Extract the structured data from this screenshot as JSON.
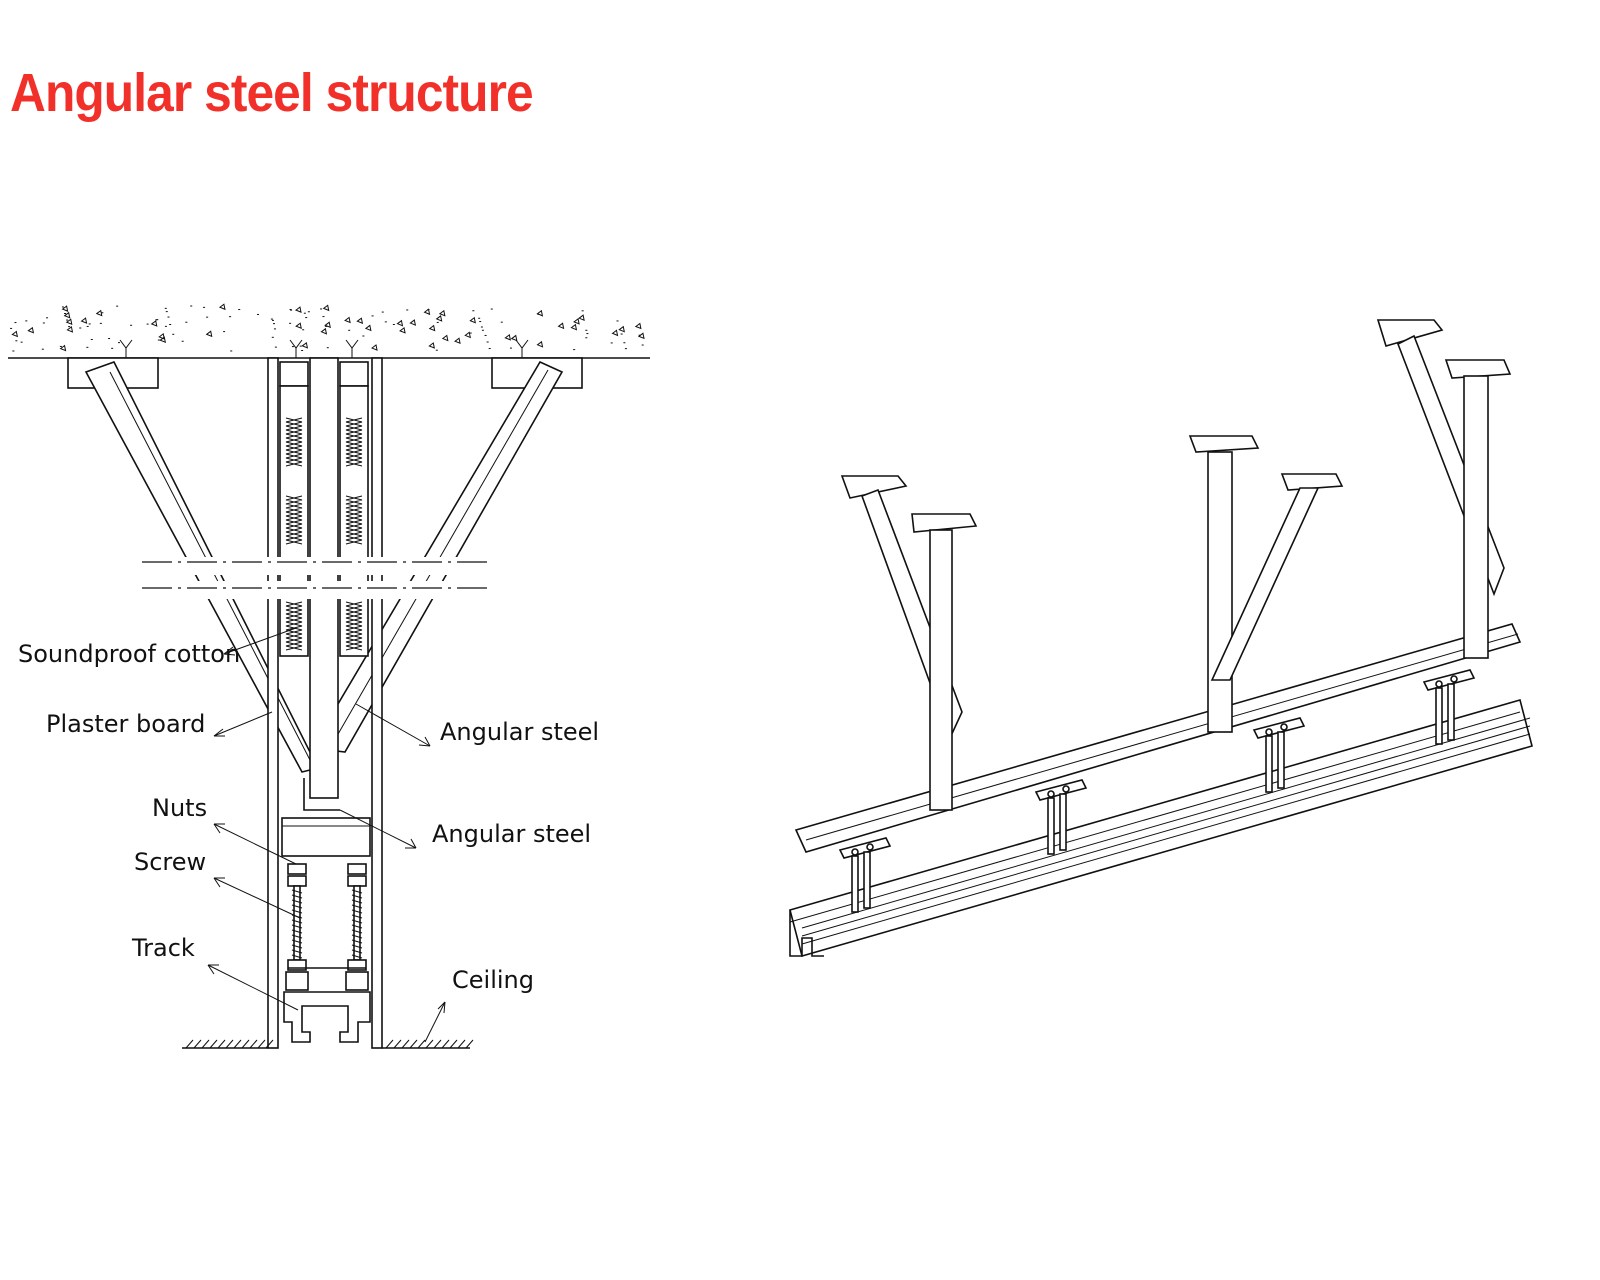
{
  "title": "Angular steel structure",
  "title_color": "#f2302a",
  "labels": {
    "soundproof_cotton": "Soundproof cotton",
    "plaster_board": "Plaster board",
    "angular_steel_1": "Angular steel",
    "angular_steel_2": "Angular steel",
    "nuts": "Nuts",
    "screw": "Screw",
    "track": "Track",
    "ceiling": "Ceiling"
  }
}
